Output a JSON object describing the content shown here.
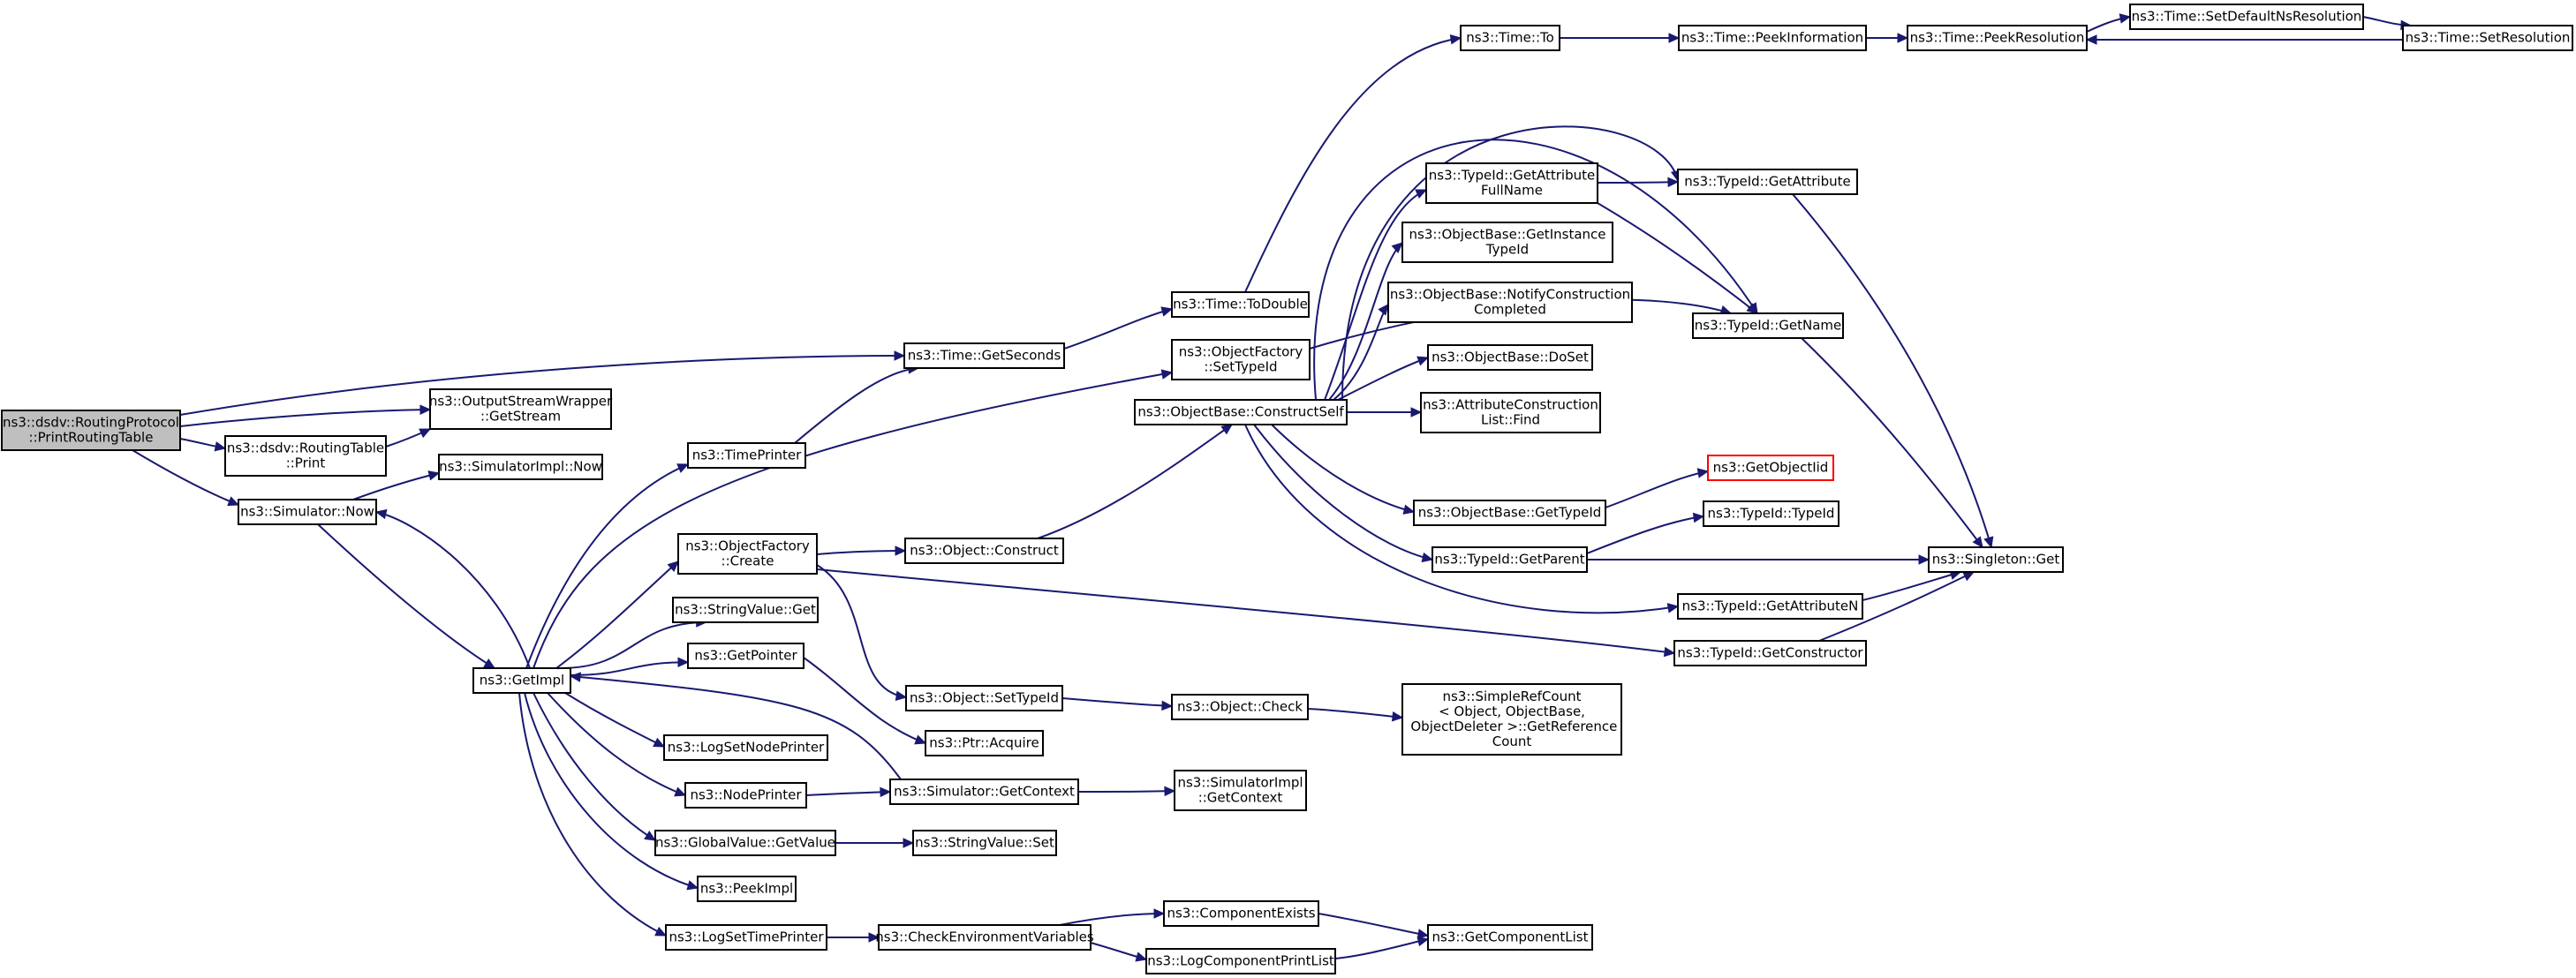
{
  "diagram": {
    "type": "call-graph",
    "colors": {
      "edge": "#191970",
      "root_fill": "#bfbfbf",
      "node_fill": "#ffffff",
      "node_border": "#000000",
      "missing_border": "#ff0000"
    },
    "nodes": [
      {
        "id": "root",
        "lines": [
          "ns3::dsdv::RoutingProtocol",
          "::PrintRoutingTable"
        ],
        "root": true
      },
      {
        "id": "getSeconds",
        "lines": [
          "ns3::Time::GetSeconds"
        ]
      },
      {
        "id": "oswGetStream",
        "lines": [
          "ns3::OutputStreamWrapper",
          "::GetStream"
        ]
      },
      {
        "id": "rtPrint",
        "lines": [
          "ns3::dsdv::RoutingTable",
          "::Print"
        ]
      },
      {
        "id": "simNow",
        "lines": [
          "ns3::Simulator::Now"
        ]
      },
      {
        "id": "simImplNow",
        "lines": [
          "ns3::SimulatorImpl::Now"
        ]
      },
      {
        "id": "getImpl",
        "lines": [
          "ns3::GetImpl"
        ]
      },
      {
        "id": "timePrinter",
        "lines": [
          "ns3::TimePrinter"
        ]
      },
      {
        "id": "ofCreate",
        "lines": [
          "ns3::ObjectFactory",
          "::Create"
        ]
      },
      {
        "id": "svGet",
        "lines": [
          "ns3::StringValue::Get"
        ]
      },
      {
        "id": "getPointer",
        "lines": [
          "ns3::GetPointer"
        ]
      },
      {
        "id": "logSetNodePrinter",
        "lines": [
          "ns3::LogSetNodePrinter"
        ]
      },
      {
        "id": "nodePrinter",
        "lines": [
          "ns3::NodePrinter"
        ]
      },
      {
        "id": "gvGetValue",
        "lines": [
          "ns3::GlobalValue::GetValue"
        ]
      },
      {
        "id": "peekImpl",
        "lines": [
          "ns3::PeekImpl"
        ]
      },
      {
        "id": "logSetTimePrinter",
        "lines": [
          "ns3::LogSetTimePrinter"
        ]
      },
      {
        "id": "objConstruct",
        "lines": [
          "ns3::Object::Construct"
        ]
      },
      {
        "id": "objSetTypeId",
        "lines": [
          "ns3::Object::SetTypeId"
        ]
      },
      {
        "id": "ptrAcquire",
        "lines": [
          "ns3::Ptr::Acquire"
        ]
      },
      {
        "id": "simGetContext",
        "lines": [
          "ns3::Simulator::GetContext"
        ]
      },
      {
        "id": "svSet",
        "lines": [
          "ns3::StringValue::Set"
        ]
      },
      {
        "id": "checkEnv",
        "lines": [
          "ns3::CheckEnvironmentVariables"
        ]
      },
      {
        "id": "toDouble",
        "lines": [
          "ns3::Time::ToDouble"
        ]
      },
      {
        "id": "ofSetTypeId",
        "lines": [
          "ns3::ObjectFactory",
          "::SetTypeId"
        ]
      },
      {
        "id": "constructSelf",
        "lines": [
          "ns3::ObjectBase::ConstructSelf"
        ]
      },
      {
        "id": "objCheck",
        "lines": [
          "ns3::Object::Check"
        ]
      },
      {
        "id": "simImplGetContext",
        "lines": [
          "ns3::SimulatorImpl",
          "::GetContext"
        ]
      },
      {
        "id": "componentExists",
        "lines": [
          "ns3::ComponentExists"
        ]
      },
      {
        "id": "logCompPrintList",
        "lines": [
          "ns3::LogComponentPrintList"
        ]
      },
      {
        "id": "timeTo",
        "lines": [
          "ns3::Time::To"
        ]
      },
      {
        "id": "getAttrFullName",
        "lines": [
          "ns3::TypeId::GetAttribute",
          "FullName"
        ]
      },
      {
        "id": "getInstanceTypeId",
        "lines": [
          "ns3::ObjectBase::GetInstance",
          "TypeId"
        ]
      },
      {
        "id": "notifyConstruction",
        "lines": [
          "ns3::ObjectBase::NotifyConstruction",
          "Completed"
        ]
      },
      {
        "id": "doSet",
        "lines": [
          "ns3::ObjectBase::DoSet"
        ]
      },
      {
        "id": "attrConstructionFind",
        "lines": [
          "ns3::AttributeConstruction",
          "List::Find"
        ]
      },
      {
        "id": "obGetTypeId",
        "lines": [
          "ns3::ObjectBase::GetTypeId"
        ]
      },
      {
        "id": "tidGetParent",
        "lines": [
          "ns3::TypeId::GetParent"
        ]
      },
      {
        "id": "simpleRefCount",
        "lines": [
          "ns3::SimpleRefCount",
          "< Object, ObjectBase,",
          " ObjectDeleter >::GetReference",
          "Count"
        ]
      },
      {
        "id": "getComponentList",
        "lines": [
          "ns3::GetComponentList"
        ]
      },
      {
        "id": "peekInformation",
        "lines": [
          "ns3::Time::PeekInformation"
        ]
      },
      {
        "id": "tidGetAttribute",
        "lines": [
          "ns3::TypeId::GetAttribute"
        ]
      },
      {
        "id": "tidGetName",
        "lines": [
          "ns3::TypeId::GetName"
        ]
      },
      {
        "id": "getObjectIid",
        "lines": [
          "ns3::GetObjectIid"
        ],
        "missing": true
      },
      {
        "id": "tidTypeId",
        "lines": [
          "ns3::TypeId::TypeId"
        ]
      },
      {
        "id": "tidGetAttributeN",
        "lines": [
          "ns3::TypeId::GetAttributeN"
        ]
      },
      {
        "id": "tidGetConstructor",
        "lines": [
          "ns3::TypeId::GetConstructor"
        ]
      },
      {
        "id": "peekResolution",
        "lines": [
          "ns3::Time::PeekResolution"
        ]
      },
      {
        "id": "singletonGet",
        "lines": [
          "ns3::Singleton::Get"
        ]
      },
      {
        "id": "setDefaultNsResolution",
        "lines": [
          "ns3::Time::SetDefaultNsResolution"
        ]
      },
      {
        "id": "setResolution",
        "lines": [
          "ns3::Time::SetResolution"
        ]
      }
    ],
    "edges": [
      [
        "root",
        "getSeconds"
      ],
      [
        "root",
        "oswGetStream"
      ],
      [
        "root",
        "rtPrint"
      ],
      [
        "root",
        "simNow"
      ],
      [
        "rtPrint",
        "oswGetStream"
      ],
      [
        "simNow",
        "simImplNow"
      ],
      [
        "simNow",
        "getImpl"
      ],
      [
        "getImpl",
        "simNow"
      ],
      [
        "getImpl",
        "timePrinter"
      ],
      [
        "getImpl",
        "ofCreate"
      ],
      [
        "getImpl",
        "svGet"
      ],
      [
        "getImpl",
        "getPointer"
      ],
      [
        "getImpl",
        "logSetNodePrinter"
      ],
      [
        "getImpl",
        "nodePrinter"
      ],
      [
        "getImpl",
        "gvGetValue"
      ],
      [
        "getImpl",
        "peekImpl"
      ],
      [
        "getImpl",
        "logSetTimePrinter"
      ],
      [
        "getImpl",
        "ofSetTypeId"
      ],
      [
        "timePrinter",
        "getSeconds"
      ],
      [
        "getSeconds",
        "toDouble"
      ],
      [
        "ofCreate",
        "objConstruct"
      ],
      [
        "ofCreate",
        "objSetTypeId"
      ],
      [
        "ofCreate",
        "tidGetConstructor"
      ],
      [
        "getPointer",
        "ptrAcquire"
      ],
      [
        "simGetContext",
        "getImpl"
      ],
      [
        "nodePrinter",
        "simGetContext"
      ],
      [
        "simGetContext",
        "simImplGetContext"
      ],
      [
        "gvGetValue",
        "svSet"
      ],
      [
        "logSetTimePrinter",
        "checkEnv"
      ],
      [
        "checkEnv",
        "componentExists"
      ],
      [
        "checkEnv",
        "logCompPrintList"
      ],
      [
        "componentExists",
        "getComponentList"
      ],
      [
        "logCompPrintList",
        "getComponentList"
      ],
      [
        "objConstruct",
        "constructSelf"
      ],
      [
        "objSetTypeId",
        "objCheck"
      ],
      [
        "objCheck",
        "simpleRefCount"
      ],
      [
        "toDouble",
        "timeTo"
      ],
      [
        "timeTo",
        "peekInformation"
      ],
      [
        "peekInformation",
        "peekResolution"
      ],
      [
        "peekResolution",
        "setDefaultNsResolution"
      ],
      [
        "setDefaultNsResolution",
        "setResolution"
      ],
      [
        "setResolution",
        "peekResolution"
      ],
      [
        "ofSetTypeId",
        "tidGetName"
      ],
      [
        "constructSelf",
        "getAttrFullName"
      ],
      [
        "constructSelf",
        "getInstanceTypeId"
      ],
      [
        "constructSelf",
        "notifyConstruction"
      ],
      [
        "constructSelf",
        "doSet"
      ],
      [
        "constructSelf",
        "attrConstructionFind"
      ],
      [
        "constructSelf",
        "obGetTypeId"
      ],
      [
        "constructSelf",
        "tidGetParent"
      ],
      [
        "constructSelf",
        "tidGetAttributeN"
      ],
      [
        "constructSelf",
        "tidGetAttribute"
      ],
      [
        "constructSelf",
        "tidGetName"
      ],
      [
        "getAttrFullName",
        "tidGetAttribute"
      ],
      [
        "getAttrFullName",
        "tidGetName"
      ],
      [
        "obGetTypeId",
        "getObjectIid"
      ],
      [
        "tidGetParent",
        "tidTypeId"
      ],
      [
        "tidGetParent",
        "singletonGet"
      ],
      [
        "tidGetAttribute",
        "singletonGet"
      ],
      [
        "tidGetName",
        "singletonGet"
      ],
      [
        "tidGetAttributeN",
        "singletonGet"
      ],
      [
        "tidGetConstructor",
        "singletonGet"
      ]
    ]
  }
}
